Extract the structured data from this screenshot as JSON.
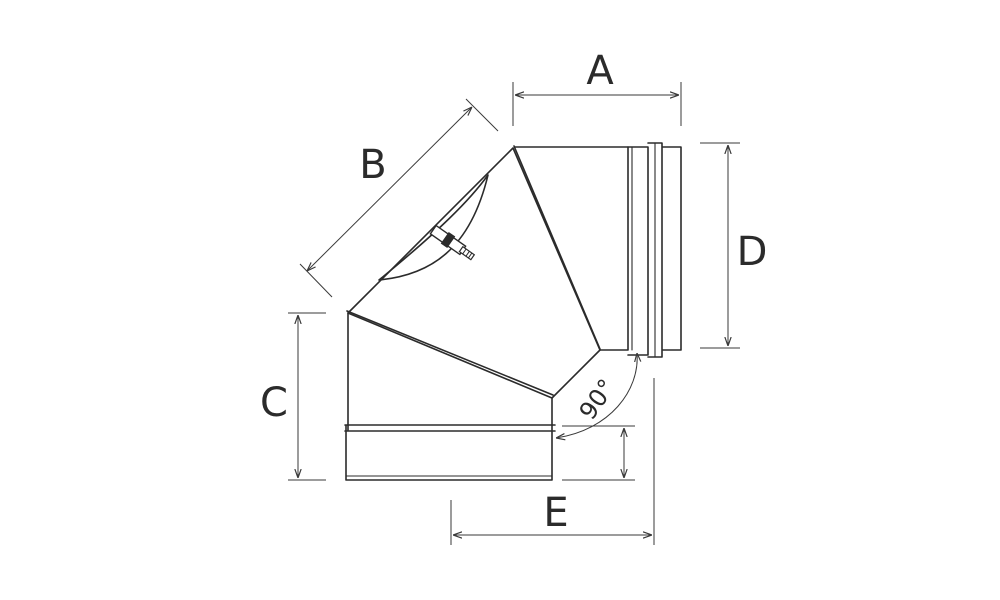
{
  "labels": {
    "a": "A",
    "b": "B",
    "c": "C",
    "d": "D",
    "e": "E",
    "angle": "90°"
  },
  "colors": {
    "line": "#2b2b2b",
    "background": "#ffffff"
  }
}
